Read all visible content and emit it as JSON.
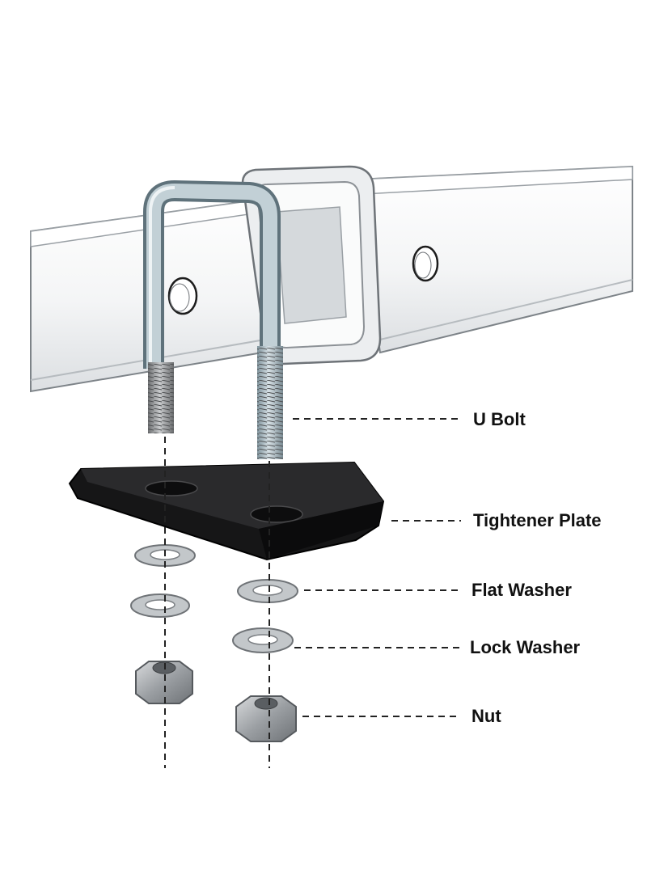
{
  "labels": {
    "u_bolt": "U Bolt",
    "tightener_plate": "Tightener Plate",
    "flat_washer": "Flat Washer",
    "lock_washer": "Lock Washer",
    "nut": "Nut"
  },
  "colors": {
    "tube_fill": "#f3f4f5",
    "tube_edge": "#8a8f94",
    "bolt_steel": "#9fb3bd",
    "plate_black": "#1b1b1c",
    "hardware": "#b9bdc1",
    "leader_line": "#222222"
  }
}
